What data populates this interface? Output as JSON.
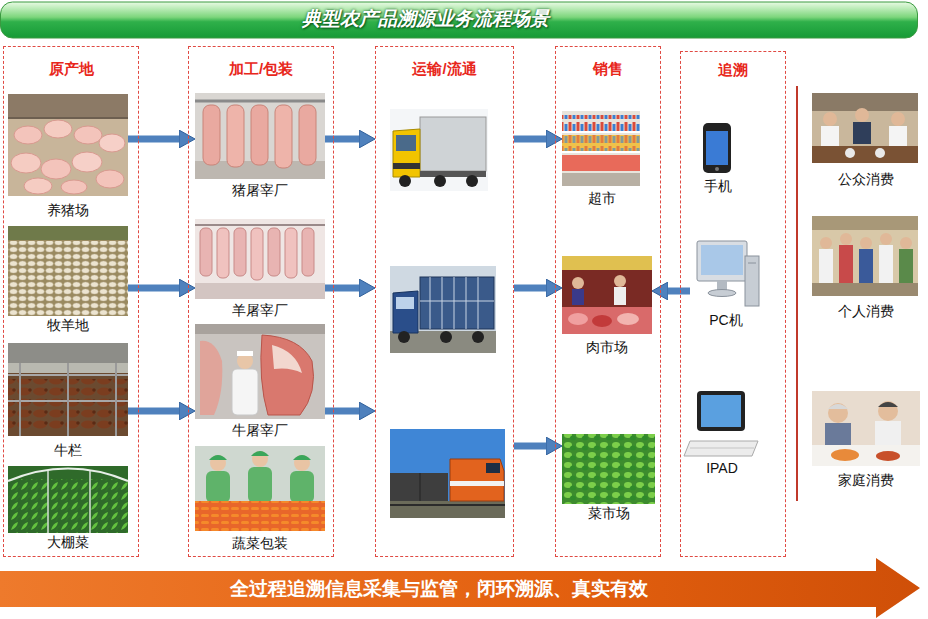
{
  "diagram": {
    "title": "典型农产品溯源业务流程场景",
    "nodes": [
      {
        "text": [
          "原产地"
        ]
      },
      {
        "text": [
          "养猪场"
        ],
        "in": 0
      },
      {
        "text": [
          "牧羊地"
        ],
        "in": 0
      },
      {
        "text": [
          "牛栏"
        ],
        "in": 0
      },
      {
        "text": [
          "大棚菜"
        ],
        "in": 0
      },
      {
        "text": [
          "加工/包装"
        ]
      },
      {
        "text": [
          "猪屠宰厂"
        ],
        "in": 5
      },
      {
        "text": [
          "羊屠宰厂"
        ],
        "in": 5
      },
      {
        "text": [
          "牛屠宰厂"
        ],
        "in": 5
      },
      {
        "text": [
          "蔬菜包装"
        ],
        "in": 5
      },
      {
        "text": [
          "运输/流通"
        ]
      },
      {
        "text": [
          "销售"
        ]
      },
      {
        "text": [
          "超市"
        ],
        "in": 11
      },
      {
        "text": [
          "肉市场"
        ],
        "in": 11
      },
      {
        "text": [
          "菜市场"
        ],
        "in": 11
      },
      {
        "text": [
          "追溯"
        ]
      },
      {
        "text": [
          "手机"
        ],
        "in": 15
      },
      {
        "text": [
          "PC机"
        ],
        "in": 15
      },
      {
        "text": [
          "IPAD"
        ],
        "in": 15
      },
      {
        "text": [
          "公众消费"
        ]
      },
      {
        "text": [
          "个人消费"
        ]
      },
      {
        "text": [
          "家庭消费"
        ]
      },
      {
        "text": [
          "全过程追溯信息采集与监管，闭环溯源、真实有效"
        ]
      }
    ],
    "edges": [
      {
        "from": 1,
        "to": 6,
        "arrow": "to"
      },
      {
        "from": 2,
        "to": 7,
        "arrow": "to"
      },
      {
        "from": 3,
        "to": 8,
        "arrow": "to"
      },
      {
        "from": 6,
        "to": 10,
        "arrow": "to"
      },
      {
        "from": 7,
        "to": 10,
        "arrow": "to"
      },
      {
        "from": 8,
        "to": 10,
        "arrow": "to"
      },
      {
        "from": 10,
        "to": 12,
        "arrow": "to"
      },
      {
        "from": 10,
        "to": 13,
        "arrow": "to"
      },
      {
        "from": 10,
        "to": 14,
        "arrow": "to"
      },
      {
        "from": 17,
        "to": 13,
        "arrow": "to"
      }
    ]
  }
}
